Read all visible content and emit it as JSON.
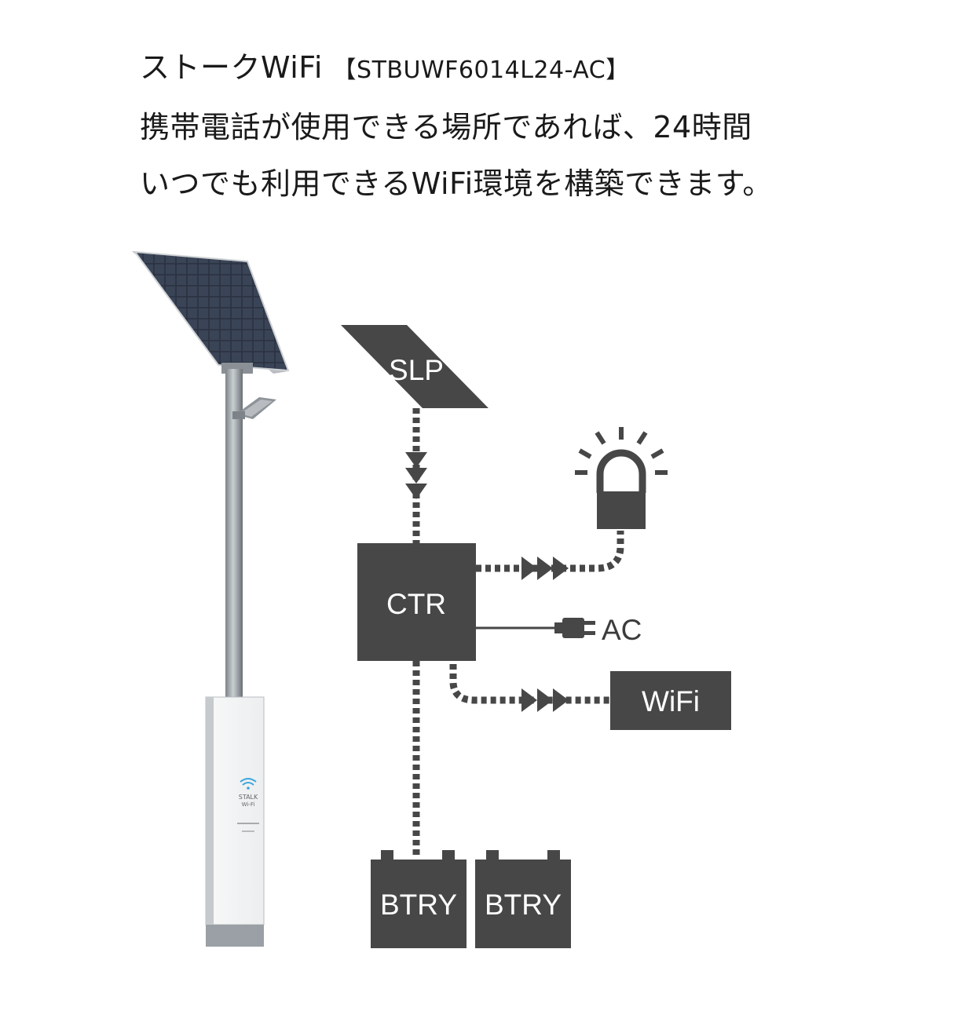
{
  "heading": {
    "product_name": "ストークWiFi",
    "model_code": "【STBUWF6014L24-AC】",
    "line2": "携帯電話が使用できる場所であれば、24時間",
    "line3": "いつでも利用できるWiFi環境を構築できます。"
  },
  "diagram": {
    "solar_panel": "SLP",
    "controller": "CTR",
    "ac_input": "AC",
    "wifi_unit": "WiFi",
    "battery_1": "BTRY",
    "battery_2": "BTRY",
    "light_icon": "beacon-light-icon",
    "plug_icon": "power-plug-icon"
  },
  "pole_label": {
    "logo_line1": "STALK",
    "logo_line2": "Wi-Fi"
  },
  "colors": {
    "box": "#474747",
    "box_text": "#ffffff",
    "flow": "#474747",
    "wifi_logo": "#3aa6dc",
    "text": "#1a1a1a"
  }
}
